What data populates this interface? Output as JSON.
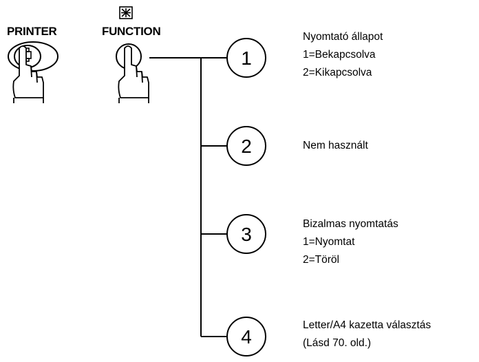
{
  "keys": {
    "printer_label": "PRINTER",
    "function_label": "FUNCTION"
  },
  "options": [
    {
      "number": "1",
      "lines": [
        "Nyomtató állapot",
        "1=Bekapcsolva",
        "2=Kikapcsolva"
      ]
    },
    {
      "number": "2",
      "lines": [
        "Nem használt"
      ]
    },
    {
      "number": "3",
      "lines": [
        "Bizalmas nyomtatás",
        "1=Nyomtat",
        "2=Töröl"
      ]
    },
    {
      "number": "4",
      "lines": [
        "Letter/A4 kazetta választás",
        "(Lásd 70. old.)"
      ]
    }
  ]
}
